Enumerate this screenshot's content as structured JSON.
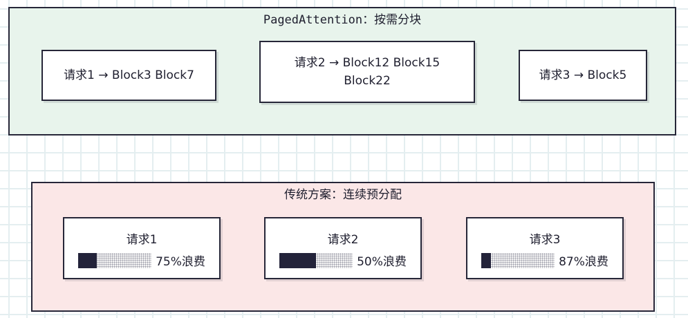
{
  "paged_group": {
    "title": "PagedAttention：按需分块",
    "requests": [
      {
        "label": "请求1 → Block3 Block7"
      },
      {
        "label": "请求2 → Block12 Block15 Block22"
      },
      {
        "label": "请求3 → Block5"
      }
    ]
  },
  "traditional_group": {
    "title": "传统方案：连续预分配",
    "requests": [
      {
        "label": "请求1",
        "waste_text": "75%浪费",
        "used_fraction": 0.25
      },
      {
        "label": "请求2",
        "waste_text": "50%浪费",
        "used_fraction": 0.5
      },
      {
        "label": "请求3",
        "waste_text": "87%浪费",
        "used_fraction": 0.13
      }
    ]
  },
  "colors": {
    "paged_bg": "#e8f4ec",
    "traditional_bg": "#fbe7e7",
    "used_block": "#23233a",
    "border": "#262638"
  }
}
